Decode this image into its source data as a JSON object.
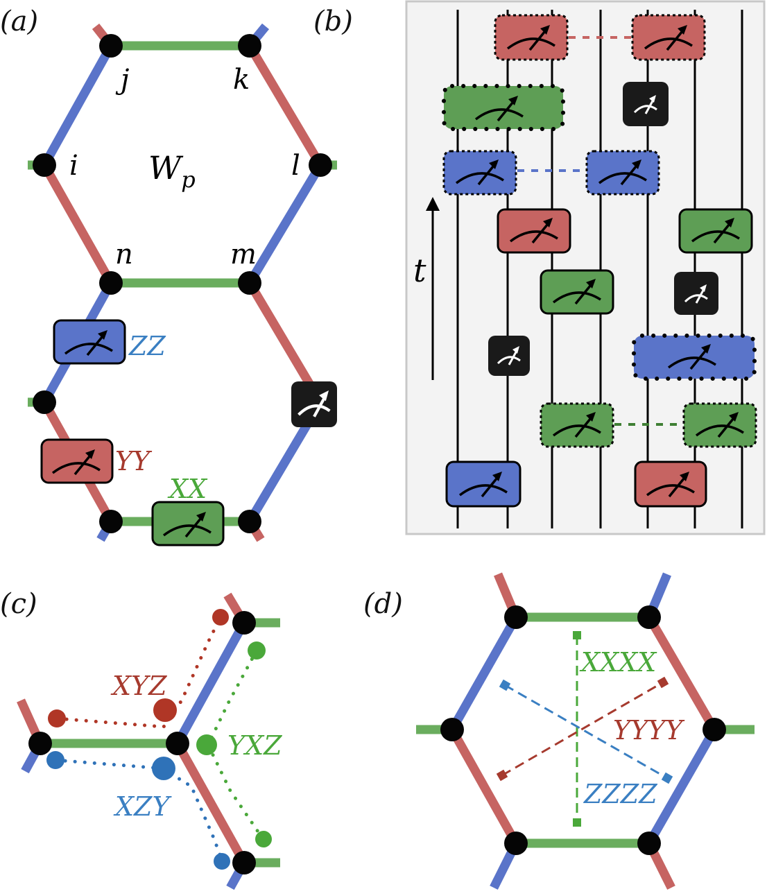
{
  "panels": {
    "a": {
      "label": "(a)",
      "plaquette": "W",
      "plaquette_sub": "p",
      "vertices": {
        "i": "i",
        "j": "j",
        "k": "k",
        "l": "l",
        "m": "m",
        "n": "n"
      },
      "measurements": {
        "zz": "ZZ",
        "yy": "YY",
        "xx": "XX"
      }
    },
    "b": {
      "label": "(b)",
      "time_axis": "t"
    },
    "c": {
      "label": "(c)",
      "paths": {
        "xyz": "XYZ",
        "yxz": "YXZ",
        "xzy": "XZY"
      }
    },
    "d": {
      "label": "(d)",
      "stabilizers": {
        "xxxx": "XXXX",
        "yyyy": "YYYY",
        "zzzz": "ZZZZ"
      }
    }
  },
  "colors": {
    "x_green": "#5e9e55",
    "y_red": "#c66462",
    "z_blue": "#5a74c9",
    "x_text": "#4aa83a",
    "y_text": "#a63a2e",
    "z_text": "#3a7fc2",
    "black_meter": "#1a1a1a",
    "panel_b_bg": "#f3f3f3"
  }
}
